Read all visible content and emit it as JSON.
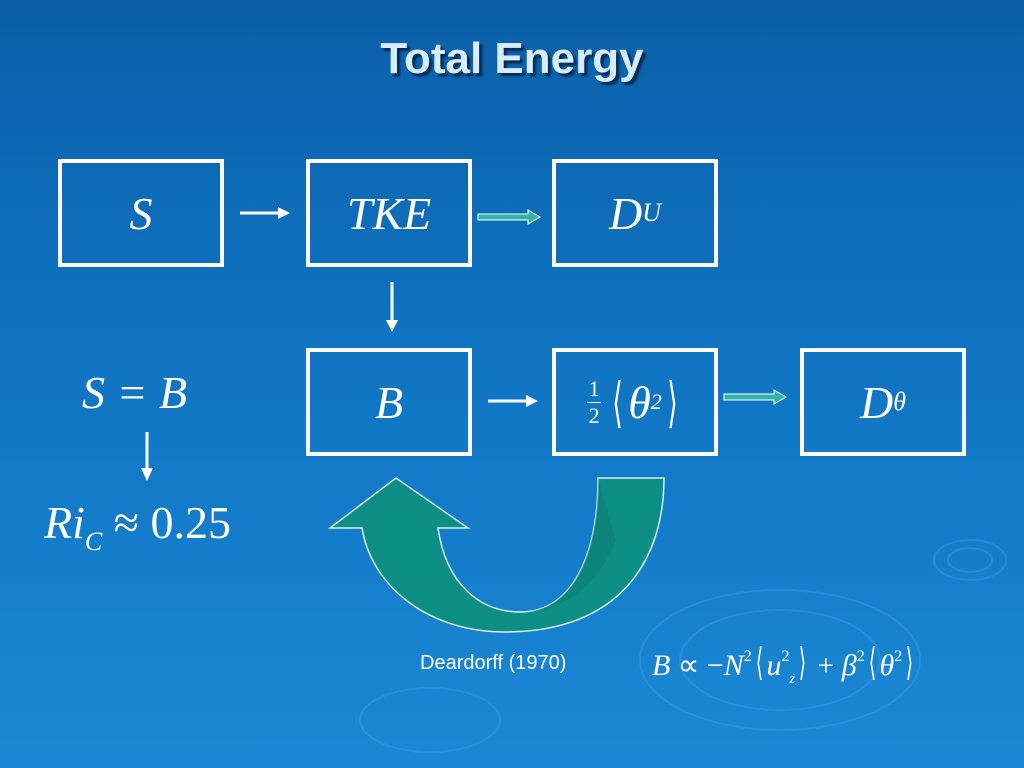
{
  "title": "Total Energy",
  "boxes": {
    "s": "S",
    "tke": "TKE",
    "du_main": "D",
    "du_sub": "U",
    "b": "B",
    "theta_num": "1",
    "theta_den": "2",
    "theta_left": "⟨",
    "theta_sym": "θ",
    "theta_exp": "2",
    "theta_right": "⟩",
    "dth_main": "D",
    "dth_sub": "θ"
  },
  "equations": {
    "s_eq_b": "S = B",
    "ri_main": "Ri",
    "ri_sub": "C",
    "ri_rest": " ≈ 0.25"
  },
  "credit": "Deardorff (1970)",
  "formula": {
    "lhs": "B",
    "prop": " ∝ ",
    "minus": "−",
    "n": "N",
    "n_exp": "2",
    "lang1": "⟨",
    "u": "u",
    "u_exp": "2",
    "u_sub": "z",
    "rang1": "⟩",
    "plus": " + ",
    "beta": "β",
    "beta_exp": "2",
    "lang2": "⟨",
    "th": "θ",
    "th_exp": "2",
    "rang2": "⟩"
  },
  "colors": {
    "background_top": "#0b5fa8",
    "background_bottom": "#1a88d6",
    "curved_arrow": "#0e8f86",
    "hollow_arrow": "#2fb3a8"
  }
}
